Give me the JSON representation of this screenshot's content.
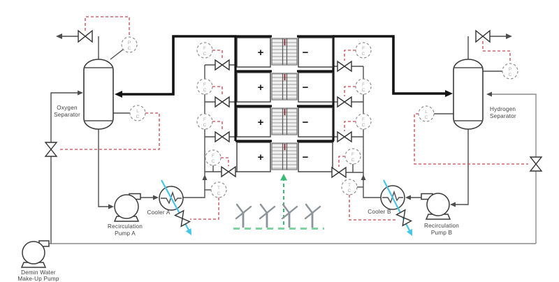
{
  "equipment": {
    "oxygen_separator": [
      "Oxygen",
      "Separator"
    ],
    "hydrogen_separator": [
      "Hydrogen",
      "Separator"
    ],
    "cooler_a": "Cooler A",
    "cooler_b": "Cooler B",
    "recirculation_pump_a": [
      "Recirculation",
      "Pump A"
    ],
    "recirculation_pump_b": [
      "Recirculation",
      "Pump B"
    ],
    "demin_pump": [
      "Demin Water",
      "Make-Up Pump"
    ]
  },
  "stack_terminals": {
    "positive": "+",
    "negative": "−"
  },
  "instruments": {
    "pc": [
      "P",
      "C"
    ],
    "lc": [
      "L",
      "C"
    ],
    "fc": [
      "F",
      "C"
    ],
    "tc": [
      "T",
      "C"
    ]
  },
  "colors": {
    "process_line": "#4d4d4d",
    "makeup_line": "#8c8c8c",
    "electrical_bus": "#141414",
    "signal_line": "#cd4350",
    "cooling_line": "#45c6e8",
    "power_line": "#3cb878",
    "turbine": "#8d9499"
  }
}
